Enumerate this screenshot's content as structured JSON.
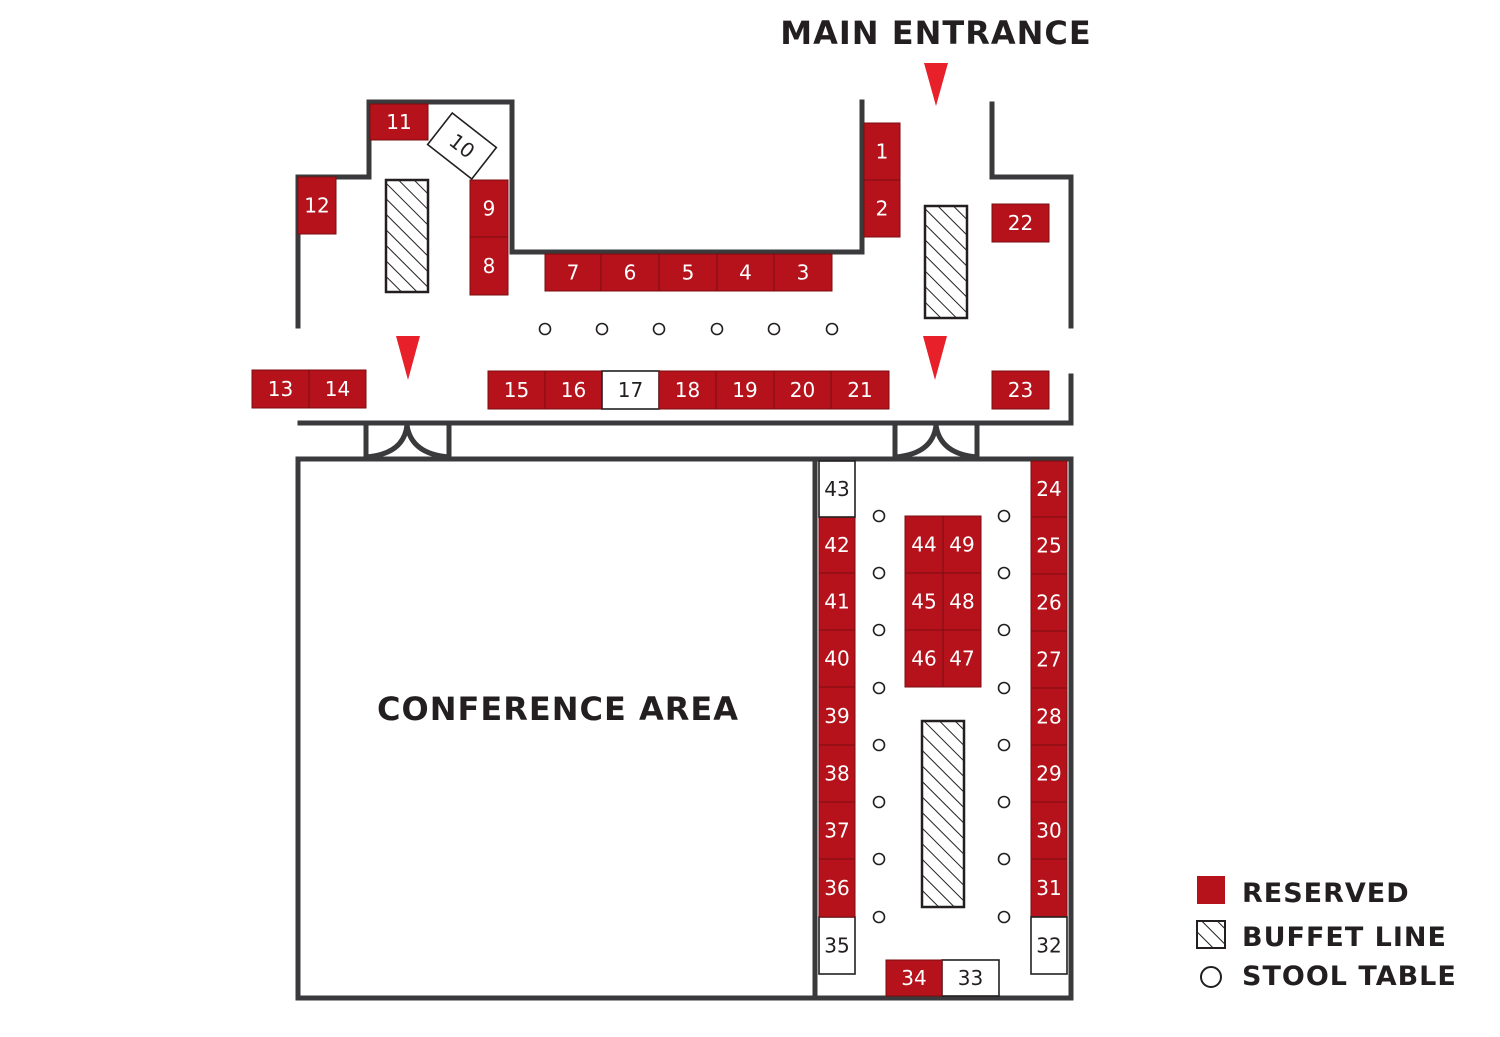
{
  "labels": {
    "main_entrance": "MAIN ENTRANCE",
    "conference_area": "CONFERENCE AREA"
  },
  "legend": {
    "reserved": "RESERVED",
    "buffet_line": "BUFFET LINE",
    "stool_table": "STOOL TABLE"
  },
  "colors": {
    "reserved": "#b5121b",
    "reserved_stroke": "#7a0d12",
    "available": "#ffffff",
    "wall": "#3a3a3c",
    "arrow": "#e8202a",
    "text_dark": "#231f20"
  },
  "booths": [
    {
      "id": "1",
      "status": "reserved"
    },
    {
      "id": "2",
      "status": "reserved"
    },
    {
      "id": "3",
      "status": "reserved"
    },
    {
      "id": "4",
      "status": "reserved"
    },
    {
      "id": "5",
      "status": "reserved"
    },
    {
      "id": "6",
      "status": "reserved"
    },
    {
      "id": "7",
      "status": "reserved"
    },
    {
      "id": "8",
      "status": "reserved"
    },
    {
      "id": "9",
      "status": "reserved"
    },
    {
      "id": "10",
      "status": "available"
    },
    {
      "id": "11",
      "status": "reserved"
    },
    {
      "id": "12",
      "status": "reserved"
    },
    {
      "id": "13",
      "status": "reserved"
    },
    {
      "id": "14",
      "status": "reserved"
    },
    {
      "id": "15",
      "status": "reserved"
    },
    {
      "id": "16",
      "status": "reserved"
    },
    {
      "id": "17",
      "status": "available"
    },
    {
      "id": "18",
      "status": "reserved"
    },
    {
      "id": "19",
      "status": "reserved"
    },
    {
      "id": "20",
      "status": "reserved"
    },
    {
      "id": "21",
      "status": "reserved"
    },
    {
      "id": "22",
      "status": "reserved"
    },
    {
      "id": "23",
      "status": "reserved"
    },
    {
      "id": "24",
      "status": "reserved"
    },
    {
      "id": "25",
      "status": "reserved"
    },
    {
      "id": "26",
      "status": "reserved"
    },
    {
      "id": "27",
      "status": "reserved"
    },
    {
      "id": "28",
      "status": "reserved"
    },
    {
      "id": "29",
      "status": "reserved"
    },
    {
      "id": "30",
      "status": "reserved"
    },
    {
      "id": "31",
      "status": "reserved"
    },
    {
      "id": "32",
      "status": "available"
    },
    {
      "id": "33",
      "status": "available"
    },
    {
      "id": "34",
      "status": "reserved"
    },
    {
      "id": "35",
      "status": "available"
    },
    {
      "id": "36",
      "status": "reserved"
    },
    {
      "id": "37",
      "status": "reserved"
    },
    {
      "id": "38",
      "status": "reserved"
    },
    {
      "id": "39",
      "status": "reserved"
    },
    {
      "id": "40",
      "status": "reserved"
    },
    {
      "id": "41",
      "status": "reserved"
    },
    {
      "id": "42",
      "status": "reserved"
    },
    {
      "id": "43",
      "status": "available"
    },
    {
      "id": "44",
      "status": "reserved"
    },
    {
      "id": "45",
      "status": "reserved"
    },
    {
      "id": "46",
      "status": "reserved"
    },
    {
      "id": "47",
      "status": "reserved"
    },
    {
      "id": "48",
      "status": "reserved"
    },
    {
      "id": "49",
      "status": "reserved"
    }
  ],
  "icons": {
    "entrance_arrow": "down-triangle-arrow-icon",
    "stool_table": "circle-icon",
    "buffet_line": "hatched-rectangle-icon",
    "reserved": "red-square-icon"
  }
}
